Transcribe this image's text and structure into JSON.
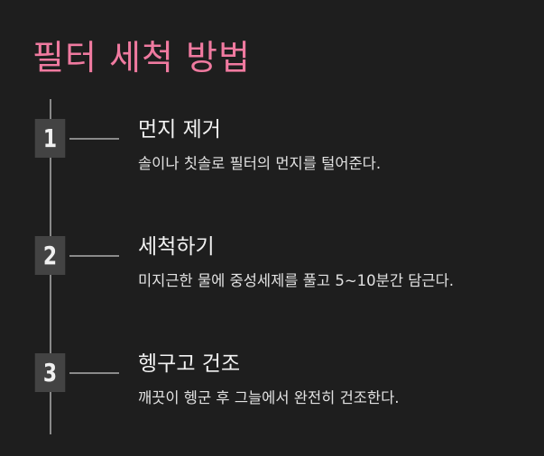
{
  "page": {
    "title": "필터 세척 방법",
    "title_color": "#f07aa0",
    "background": "#1e1e1e"
  },
  "steps": [
    {
      "number": "1",
      "title": "먼지 제거",
      "description": "솔이나 칫솔로 필터의 먼지를 털어준다."
    },
    {
      "number": "2",
      "title": "세척하기",
      "description": "미지근한 물에 중성세제를 풀고 5~10분간 담근다."
    },
    {
      "number": "3",
      "title": "헹구고 건조",
      "description": "깨끗이 헹군 후 그늘에서 완전히 건조한다."
    }
  ]
}
